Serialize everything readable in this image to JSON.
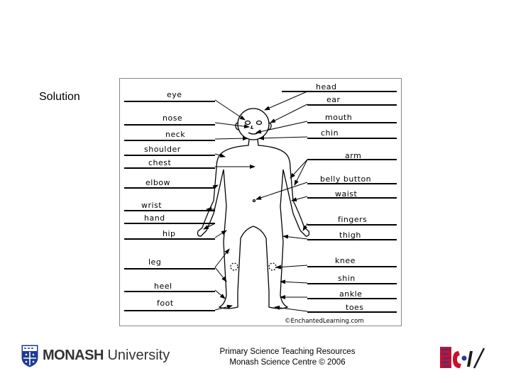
{
  "slide_title": "Solution",
  "diagram": {
    "left_labels": [
      "eye",
      "nose",
      "neck",
      "shoulder",
      "chest",
      "elbow",
      "wrist",
      "hand",
      "hip",
      "leg",
      "heel",
      "foot"
    ],
    "right_labels": [
      "head",
      "ear",
      "mouth",
      "chin",
      "arm",
      "belly button",
      "waist",
      "fingers",
      "thigh",
      "knee",
      "shin",
      "ankle",
      "toes"
    ],
    "credit": "©EnchantedLearning.com"
  },
  "footer": {
    "line1": "Primary Science Teaching Resources",
    "line2": "Monash Science Centre © 2006"
  },
  "logo_left": {
    "brand": "MONASH",
    "suffix": " University"
  },
  "colors": {
    "text": "#000000",
    "panel_border": "#888888",
    "logo_red": "#c8102e",
    "logo_blue": "#2b3a8c"
  },
  "icons": [
    "monash-crest-icon",
    "science-centre-logo-icon"
  ]
}
